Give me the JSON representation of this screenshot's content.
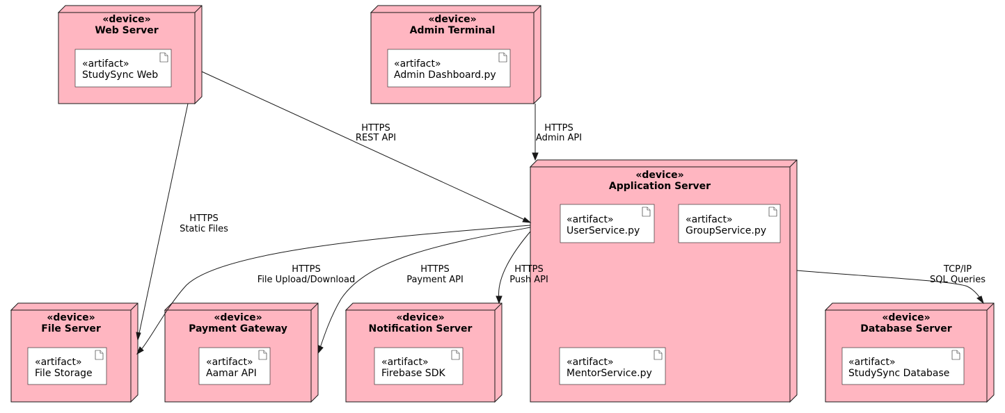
{
  "nodes": {
    "web_server": {
      "stereotype": "«device»",
      "title": "Web Server"
    },
    "admin_terminal": {
      "stereotype": "«device»",
      "title": "Admin Terminal"
    },
    "application_server": {
      "stereotype": "«device»",
      "title": "Application Server"
    },
    "file_server": {
      "stereotype": "«device»",
      "title": "File Server"
    },
    "payment_gateway": {
      "stereotype": "«device»",
      "title": "Payment Gateway"
    },
    "notification_server": {
      "stereotype": "«device»",
      "title": "Notification Server"
    },
    "database_server": {
      "stereotype": "«device»",
      "title": "Database Server"
    }
  },
  "artifacts": {
    "studysync_web": {
      "stereotype": "«artifact»",
      "name": "StudySync Web"
    },
    "admin_dashboard": {
      "stereotype": "«artifact»",
      "name": "Admin Dashboard.py"
    },
    "user_service": {
      "stereotype": "«artifact»",
      "name": "UserService.py"
    },
    "group_service": {
      "stereotype": "«artifact»",
      "name": "GroupService.py"
    },
    "mentor_service": {
      "stereotype": "«artifact»",
      "name": "MentorService.py"
    },
    "file_storage": {
      "stereotype": "«artifact»",
      "name": "File Storage"
    },
    "aamar_api": {
      "stereotype": "«artifact»",
      "name": "Aamar API"
    },
    "firebase_sdk": {
      "stereotype": "«artifact»",
      "name": "Firebase SDK"
    },
    "studysync_database": {
      "stereotype": "«artifact»",
      "name": "StudySync Database"
    }
  },
  "edges": {
    "web_to_app": {
      "line1": "HTTPS",
      "line2": "REST API"
    },
    "admin_to_app": {
      "line1": "HTTPS",
      "line2": "Admin API"
    },
    "web_to_file": {
      "line1": "HTTPS",
      "line2": "Static Files"
    },
    "app_to_file": {
      "line1": "HTTPS",
      "line2": "File Upload/Download"
    },
    "app_to_payment": {
      "line1": "HTTPS",
      "line2": "Payment API"
    },
    "app_to_notif": {
      "line1": "HTTPS",
      "line2": "Push API"
    },
    "app_to_db": {
      "line1": "TCP/IP",
      "line2": "SQL Queries"
    }
  },
  "colors": {
    "node_fill": "#FFB6C1",
    "stroke": "#181818",
    "artifact_fill": "#FFFFFF"
  }
}
